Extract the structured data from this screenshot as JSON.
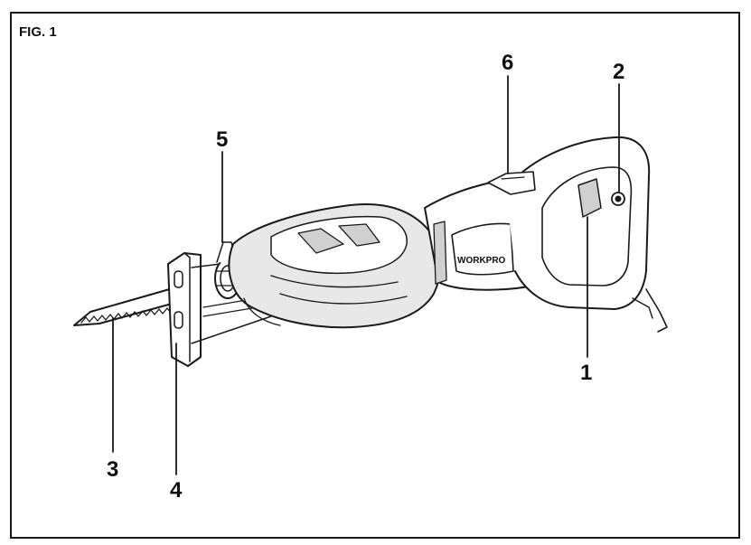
{
  "figure": {
    "label": "FIG. 1",
    "brand_text": "WORKPRO",
    "callouts": [
      "1",
      "2",
      "3",
      "4",
      "5",
      "6"
    ]
  },
  "colors": {
    "line": "#1a1a1a",
    "grip_fill": "#e8e8e8",
    "body_fill": "#ffffff"
  }
}
